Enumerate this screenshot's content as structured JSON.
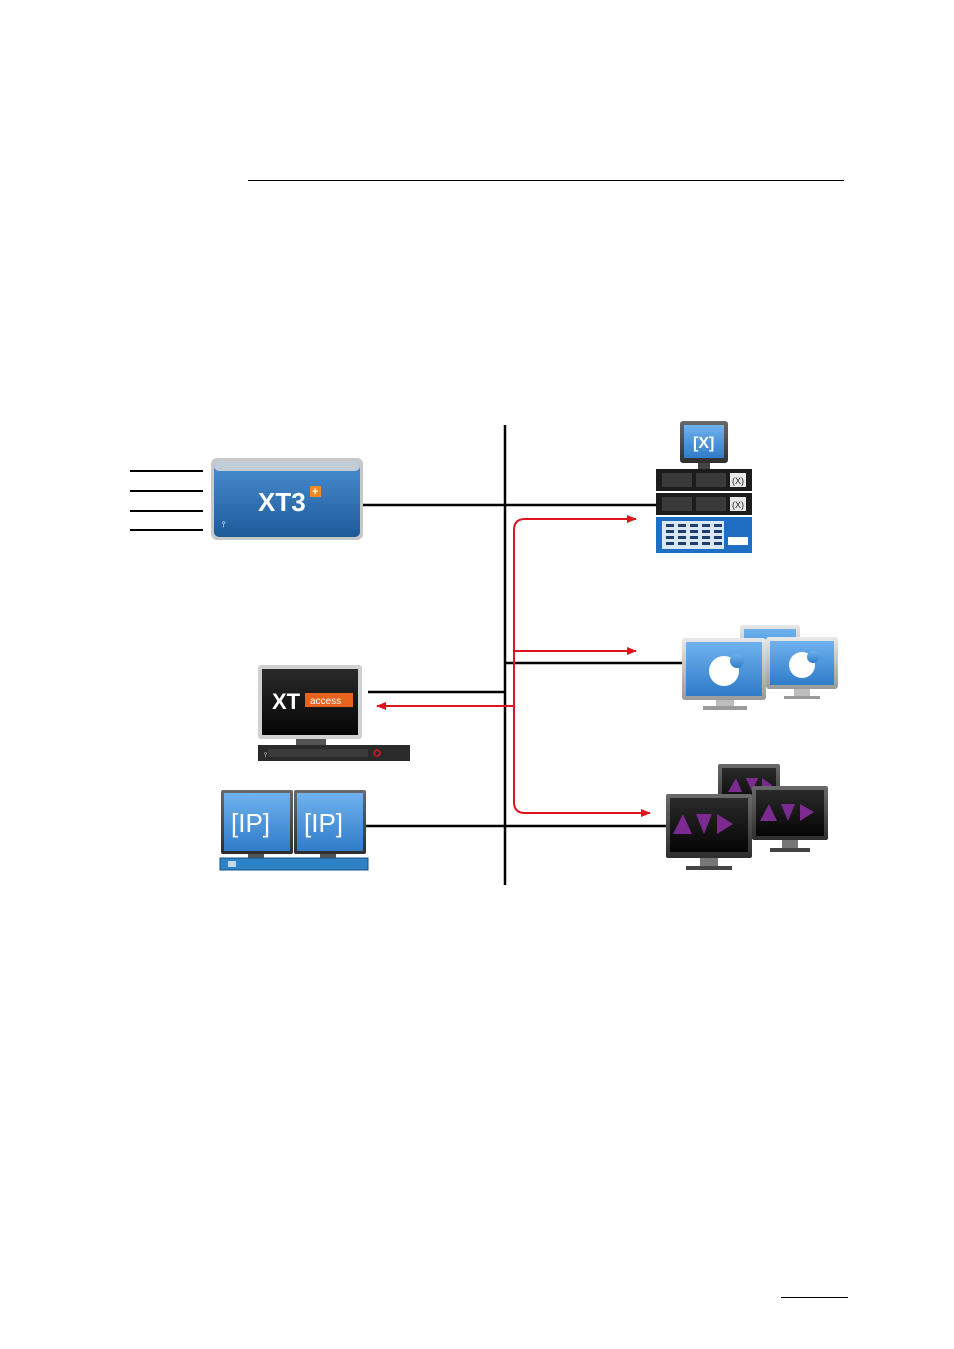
{
  "diagram": {
    "devices": {
      "xt3_server": {
        "logo_text": "XT3",
        "badge": "+"
      },
      "xt_access": {
        "logo_main": "XT",
        "logo_badge": "access"
      },
      "ipdirector": {
        "left_logo": "[IP]",
        "right_logo": "[IP]"
      },
      "xstore_san": {
        "icon": "x-logo-icon"
      },
      "mac_workstations": {
        "icon": "apple-logo-icon"
      },
      "avid_workstations": {
        "icon": "avid-logo-icon"
      }
    },
    "colors": {
      "network_line": "#000000",
      "transfer_arrow": "#e0141e",
      "xt_blue": "#2a6fb0",
      "xt_access_orange": "#e8641e",
      "avid_purple": "#7b2a90",
      "screen_blue": "#3c8fd6"
    }
  }
}
